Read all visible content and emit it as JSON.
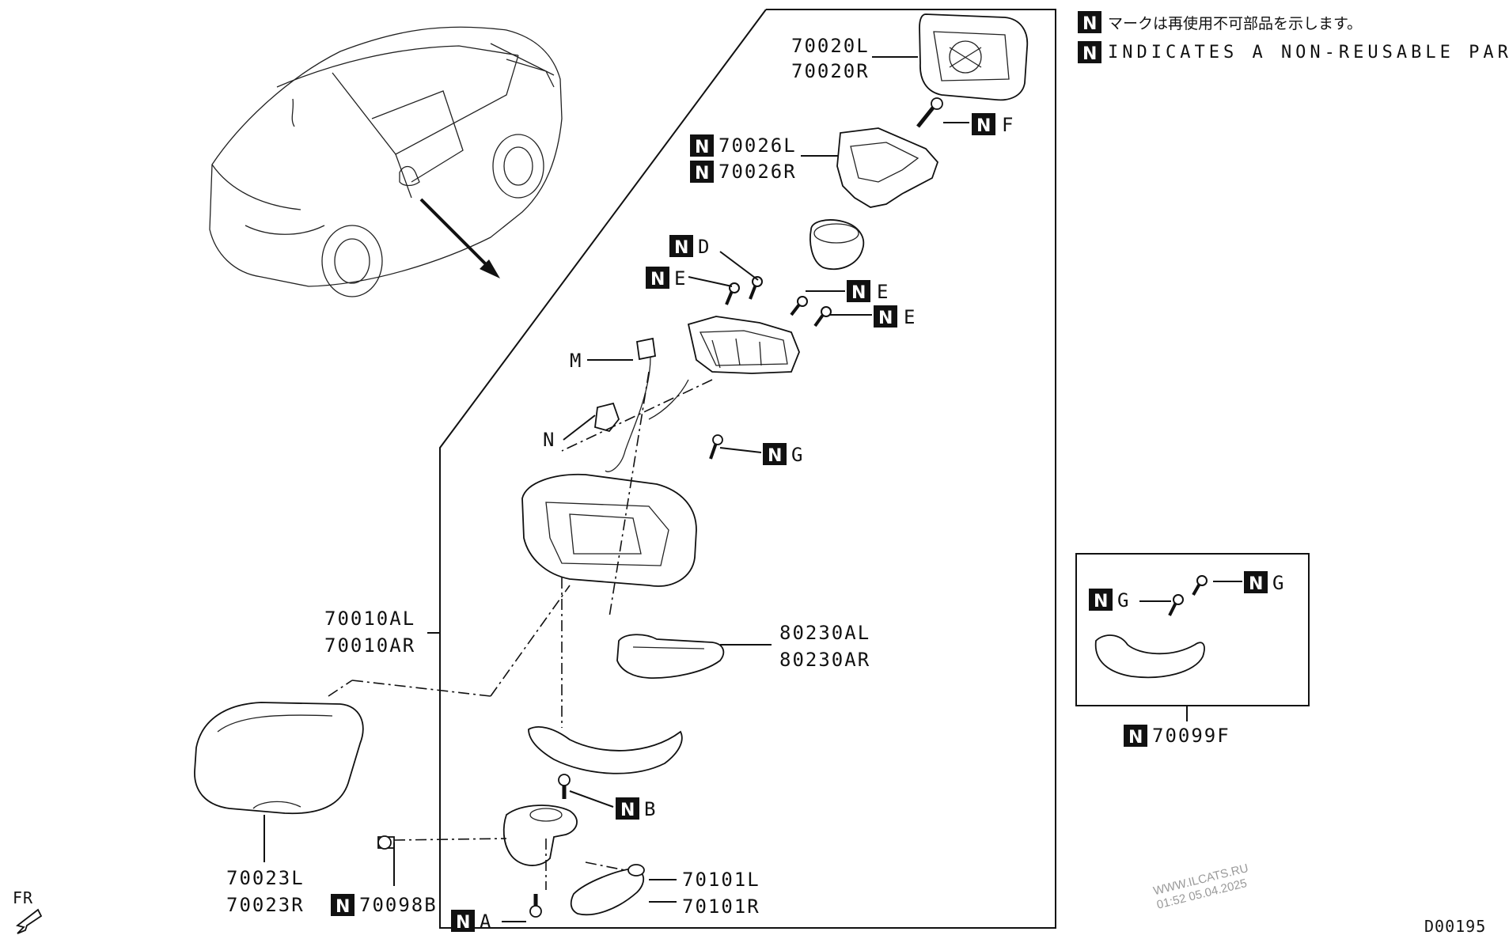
{
  "legend": {
    "japanese": "マークは再使用不可部品を示します。",
    "english": "INDICATES A NON-REUSABLE PART.",
    "marker": "N"
  },
  "parts": {
    "p70020": [
      "70020L",
      "70020R"
    ],
    "p70026": [
      "70026L",
      "70026R"
    ],
    "p70010A": [
      "70010AL",
      "70010AR"
    ],
    "p80230A": [
      "80230AL",
      "80230AR"
    ],
    "p70023": [
      "70023L",
      "70023R"
    ],
    "p70098": "70098B",
    "p70101": [
      "70101L",
      "70101R"
    ],
    "p70099": "70099F"
  },
  "callouts": {
    "D": "D",
    "E1": "E",
    "E2": "E",
    "E3": "E",
    "F": "F",
    "G1": "G",
    "G2": "G",
    "G3": "G",
    "M": "M",
    "N": "N",
    "B": "B",
    "A": "A"
  },
  "direction": "FR",
  "watermark": [
    "WWW.ILCATS.RU",
    "01:52 05.04.2025"
  ],
  "diagram_code": "D00195"
}
